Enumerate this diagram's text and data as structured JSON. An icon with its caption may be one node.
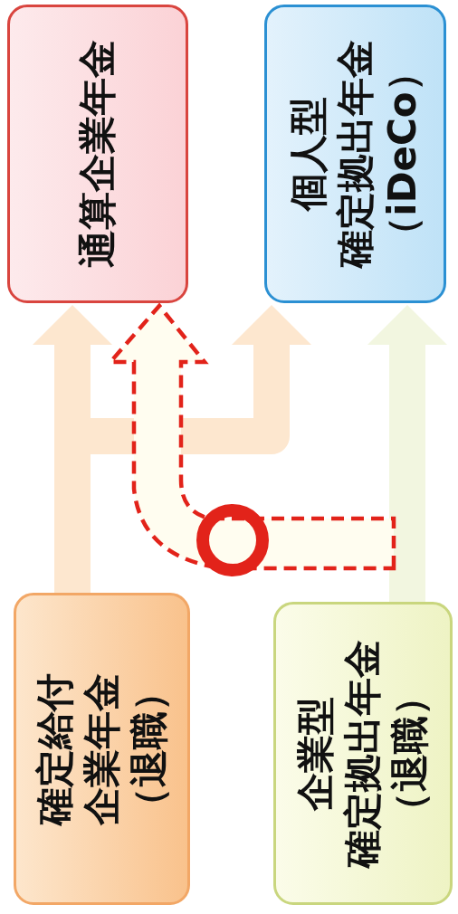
{
  "diagram": {
    "nodes": [
      {
        "text": [
          "通算企業年金"
        ]
      },
      {
        "text": [
          "個人型",
          "確定拠出年金（iDeCo）"
        ]
      },
      {
        "text": [
          "確定給付企業年金（退職）"
        ]
      },
      {
        "text": [
          "企業型",
          "確定拠出年金（退職）"
        ]
      }
    ],
    "edges": [
      {
        "from": 2,
        "to": 0,
        "arrow": "to",
        "color": "#fde7cf"
      },
      {
        "from": 2,
        "to": 1,
        "arrow": "to",
        "color": "#fde7cf"
      },
      {
        "from": 3,
        "to": 1,
        "arrow": "to",
        "color": "#f2f6e0"
      },
      {
        "from": 3,
        "to": 0,
        "arrow": "to",
        "style": "dashed",
        "color": "#e2231a"
      }
    ]
  }
}
